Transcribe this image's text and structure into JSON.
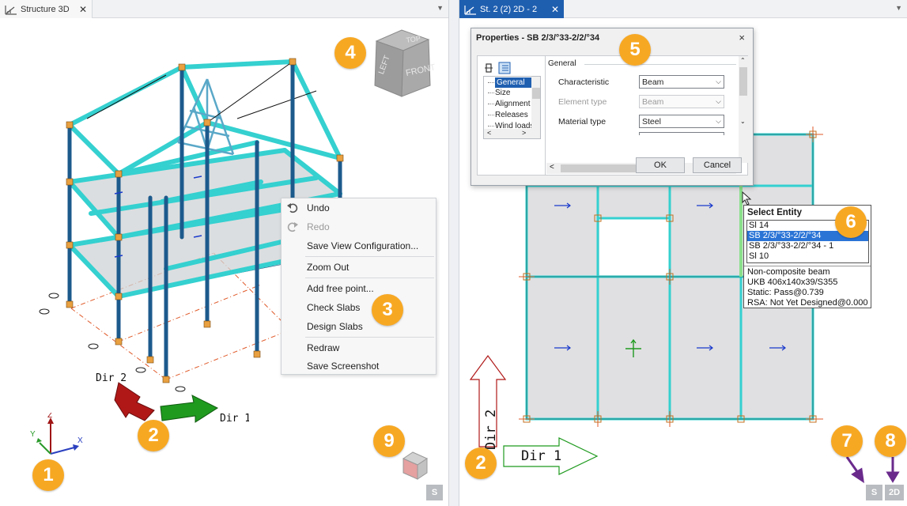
{
  "left_tab": {
    "title": "Structure 3D"
  },
  "right_tab": {
    "title": "St. 2 (2) 2D - 2"
  },
  "view_cube": {
    "top": "TOP",
    "left": "LEFT",
    "front": "FRONT"
  },
  "axes": {
    "x": "X",
    "y": "Y",
    "z": "Z"
  },
  "direction_arrows": {
    "dir1": "Dir 1",
    "dir2": "Dir 2"
  },
  "context_menu": {
    "items": [
      {
        "label": "Undo",
        "icon": "undo-icon",
        "enabled": true
      },
      {
        "label": "Redo",
        "icon": "redo-icon",
        "enabled": false
      },
      {
        "label": "Save View Configuration...",
        "enabled": true
      },
      {
        "label": "Zoom Out",
        "enabled": true
      },
      {
        "label": "Add free point...",
        "enabled": true
      },
      {
        "label": "Check Slabs",
        "enabled": true
      },
      {
        "label": "Design Slabs",
        "enabled": true
      },
      {
        "label": "Redraw",
        "enabled": true
      },
      {
        "label": "Save Screenshot",
        "enabled": true
      }
    ]
  },
  "properties_dialog": {
    "title": "Properties - SB 2/3/°33-2/2/°34",
    "close": "×",
    "tree_items": [
      "General",
      "Size",
      "Alignment",
      "Releases",
      "Wind loads"
    ],
    "group": "General",
    "rows": [
      {
        "label": "Characteristic",
        "value": "Beam",
        "enabled": true
      },
      {
        "label": "Element type",
        "value": "Beam",
        "enabled": false
      },
      {
        "label": "Material type",
        "value": "Steel",
        "enabled": true
      }
    ],
    "ok": "OK",
    "cancel": "Cancel"
  },
  "select_entity": {
    "title": "Select Entity",
    "items": [
      "Sl 14",
      "SB 2/3/°33-2/2/°34",
      "SB 2/3/°33-2/2/°34 - 1",
      "Sl 10"
    ],
    "selected_index": 1,
    "info": [
      "Non-composite beam",
      "UKB 406x140x39/S355",
      "Static: Pass@0.739",
      "RSA: Not Yet Designed@0.000"
    ]
  },
  "corner_buttons": {
    "left_s": "S",
    "right_s": "S",
    "right_2d": "2D"
  },
  "badges": {
    "b1": "1",
    "b2_left": "2",
    "b2_right": "2",
    "b3": "3",
    "b4": "4",
    "b5": "5",
    "b6": "6",
    "b7": "7",
    "b8": "8",
    "b9": "9"
  },
  "colors": {
    "badge": "#f7a823",
    "steel_cyan": "#35d0d0",
    "column_blue": "#1c5a8c",
    "slab_grey": "#d9dadc",
    "tab_active": "#1f5fb0",
    "dir_red": "#b01818",
    "dir_green": "#1f9a1f",
    "marker_purple": "#6a2a8c"
  }
}
